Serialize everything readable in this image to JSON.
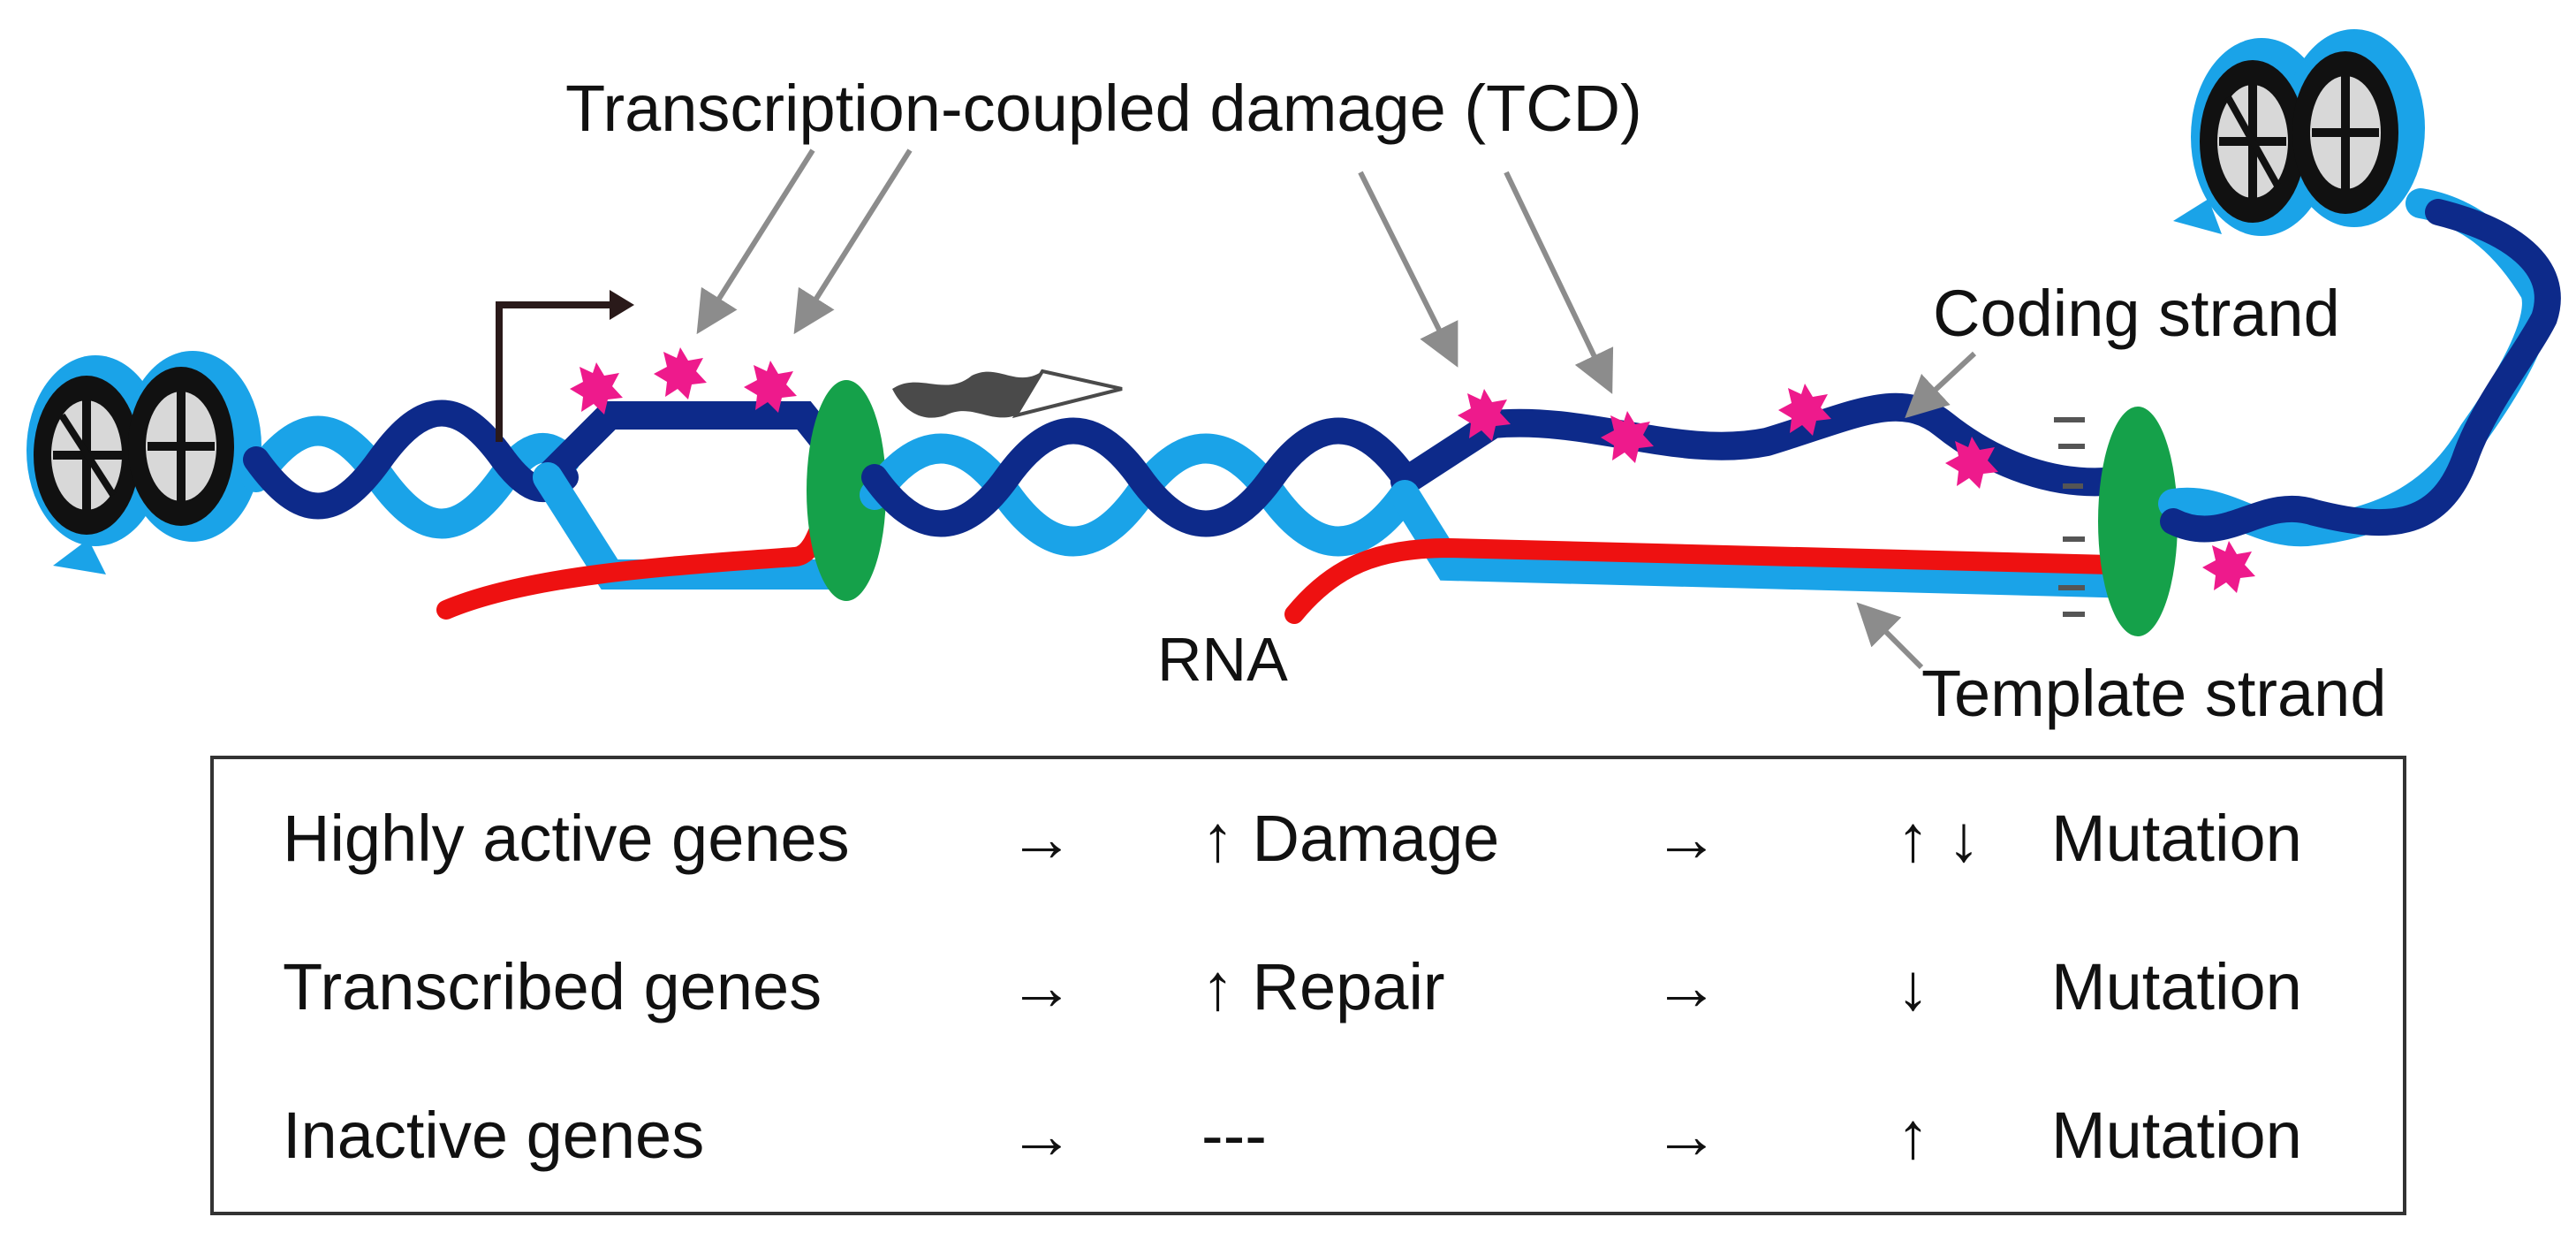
{
  "labels": {
    "tcd": "Transcription-coupled damage (TCD)",
    "coding_strand": "Coding strand",
    "template_strand": "Template strand",
    "rna": "RNA"
  },
  "table": {
    "rows": [
      {
        "gene": "Highly active genes",
        "arrow1": "→",
        "effect": "↑ Damage",
        "arrow2": "→",
        "direction": "↑ ↓",
        "outcome": "Mutation"
      },
      {
        "gene": "Transcribed genes",
        "arrow1": "→",
        "effect": "↑ Repair",
        "arrow2": "→",
        "direction": "↓",
        "outcome": "Mutation"
      },
      {
        "gene": "Inactive genes",
        "arrow1": "→",
        "effect": "---",
        "arrow2": "→",
        "direction": "↑",
        "outcome": "Mutation"
      }
    ]
  },
  "colors": {
    "coding_strand": "#0d2a8a",
    "template_strand": "#1aa3e8",
    "rna": "#ee1111",
    "polymerase": "#15a14a",
    "damage": "#ee1a8c",
    "pointer_arrow": "#8c8c8c",
    "nucleosome": "#111111"
  }
}
